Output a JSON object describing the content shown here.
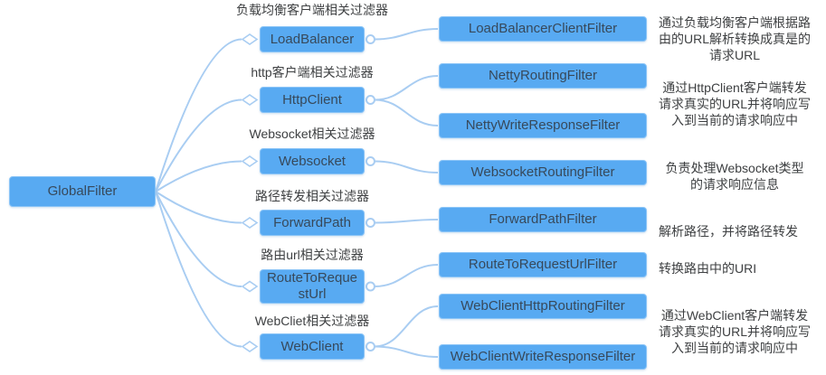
{
  "root": {
    "label": "GlobalFilter"
  },
  "branches": [
    {
      "category": "负载均衡客户端相关过滤器",
      "label": "LoadBalancer",
      "children": [
        "LoadBalancerClientFilter"
      ],
      "desc_lines": [
        "通过负载均衡客户端根据路",
        "由的URL解析转换成真是的",
        "请求URL"
      ]
    },
    {
      "category": "http客户端相关过滤器",
      "label": "HttpClient",
      "children": [
        "NettyRoutingFilter",
        "NettyWriteResponseFilter"
      ],
      "desc_lines": [
        "通过HttpClient客户端转发",
        "请求真实的URL并将响应写",
        "入到当前的请求响应中"
      ]
    },
    {
      "category": "Websocket相关过滤器",
      "label": "Websocket",
      "children": [
        "WebsocketRoutingFilter"
      ],
      "desc_lines": [
        "负责处理Websocket类型",
        "的请求响应信息"
      ]
    },
    {
      "category": "路径转发相关过滤器",
      "label": "ForwardPath",
      "children": [
        "ForwardPathFilter"
      ],
      "desc_lines": [
        "解析路径，并将路径转发"
      ]
    },
    {
      "category": "路由url相关过滤器",
      "label": "RouteToRequestUrl",
      "children": [
        "RouteToRequestUrlFilter"
      ],
      "desc_lines": [
        "转换路由中的URI"
      ]
    },
    {
      "category": "WebCliet相关过滤器",
      "label": "WebClient",
      "children": [
        "WebClientHttpRoutingFilter",
        "WebClientWriteResponseFilter"
      ],
      "desc_lines": [
        "通过WebClient客户端转发",
        "请求真实的URL并将响应写",
        "入到当前的请求响应中"
      ]
    }
  ],
  "colors": {
    "node_fill": "#58aaf2",
    "node_border": "#8ac4f7",
    "node_text": "#37495b",
    "connector": "#a9cdf2",
    "label_text": "#3e4042",
    "background": "#ffffff"
  }
}
